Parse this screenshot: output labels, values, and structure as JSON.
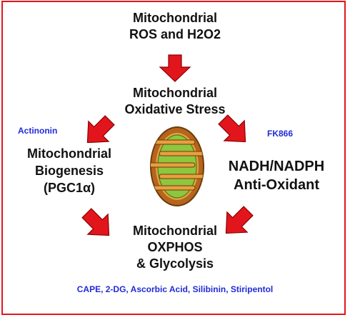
{
  "nodes": {
    "top": [
      "Mitochondrial",
      "ROS and H2O2"
    ],
    "stress": [
      "Mitochondrial",
      "Oxidative Stress"
    ],
    "biogenesis": [
      "Mitochondrial",
      "Biogenesis",
      "(PGC1α)"
    ],
    "nadh": [
      "NADH/NADPH",
      "Anti-Oxidant"
    ],
    "oxphos": [
      "Mitochondrial",
      "OXPHOS",
      "& Glycolysis"
    ]
  },
  "inhibitors": {
    "left": "Actinonin",
    "right": "FK866",
    "bottom": "CAPE, 2-DG, Ascorbic Acid, Silibinin, Stiripentol"
  },
  "colors": {
    "arrow": "#e3151c",
    "border": "#e3151c",
    "inhibitor_text": "#1f2bd6",
    "mito_outer": "#b5651d",
    "mito_inner": "#8dc63f"
  },
  "icons": {
    "center": "mitochondrion-icon"
  }
}
